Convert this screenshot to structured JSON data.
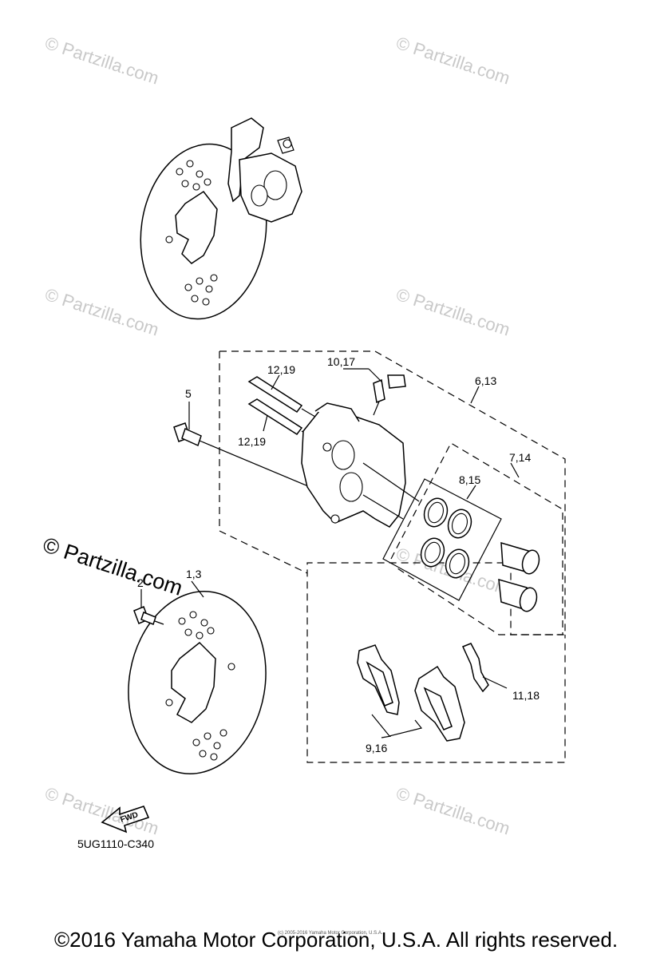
{
  "callouts": {
    "p1_3": "1,3",
    "p2": "2",
    "p5": "5",
    "p6_13": "6,13",
    "p7_14": "7,14",
    "p8_15": "8,15",
    "p9_16": "9,16",
    "p10_17": "10,17",
    "p11_18": "11,18",
    "p12_19_top": "12,19",
    "p12_19_bottom": "12,19"
  },
  "fwd_label": "FWD",
  "diagram_code": "5UG1110-C340",
  "watermark": {
    "text": "© Partzilla.com",
    "big_text": "© Partzilla.com"
  },
  "tiny_copyright": "(c) 2005-2016 Yamaha Motor Corporation, U.S.A.",
  "footer": "©2016 Yamaha Motor Corporation, U.S.A. All rights reserved."
}
